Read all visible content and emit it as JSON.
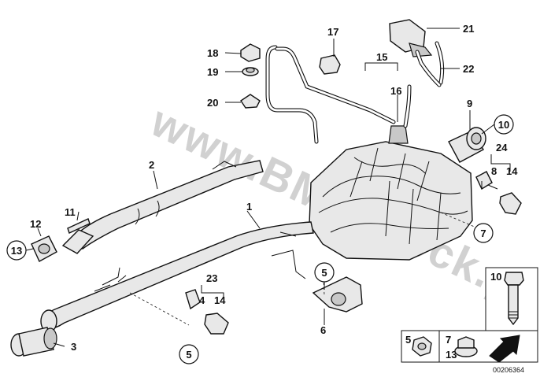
{
  "watermark": "www.BMWstock.pl",
  "diagram_id": "00206364",
  "callouts": {
    "c1": "1",
    "c2": "2",
    "c3": "3",
    "c4a": "4",
    "c4b": "14",
    "c5a": "5",
    "c5b": "5",
    "c6": "6",
    "c7": "7",
    "c8": "8",
    "c9": "9",
    "c10": "10",
    "c11": "11",
    "c12": "12",
    "c13": "13",
    "c14": "14",
    "c15": "15",
    "c16": "16",
    "c17": "17",
    "c18": "18",
    "c19": "19",
    "c20": "20",
    "c21": "21",
    "c22": "22",
    "c23": "23",
    "c24": "24"
  },
  "legend": {
    "bolt_label": "10",
    "nut_label": "5",
    "flange_nut_label_a": "7",
    "flange_nut_label_b": "13"
  }
}
